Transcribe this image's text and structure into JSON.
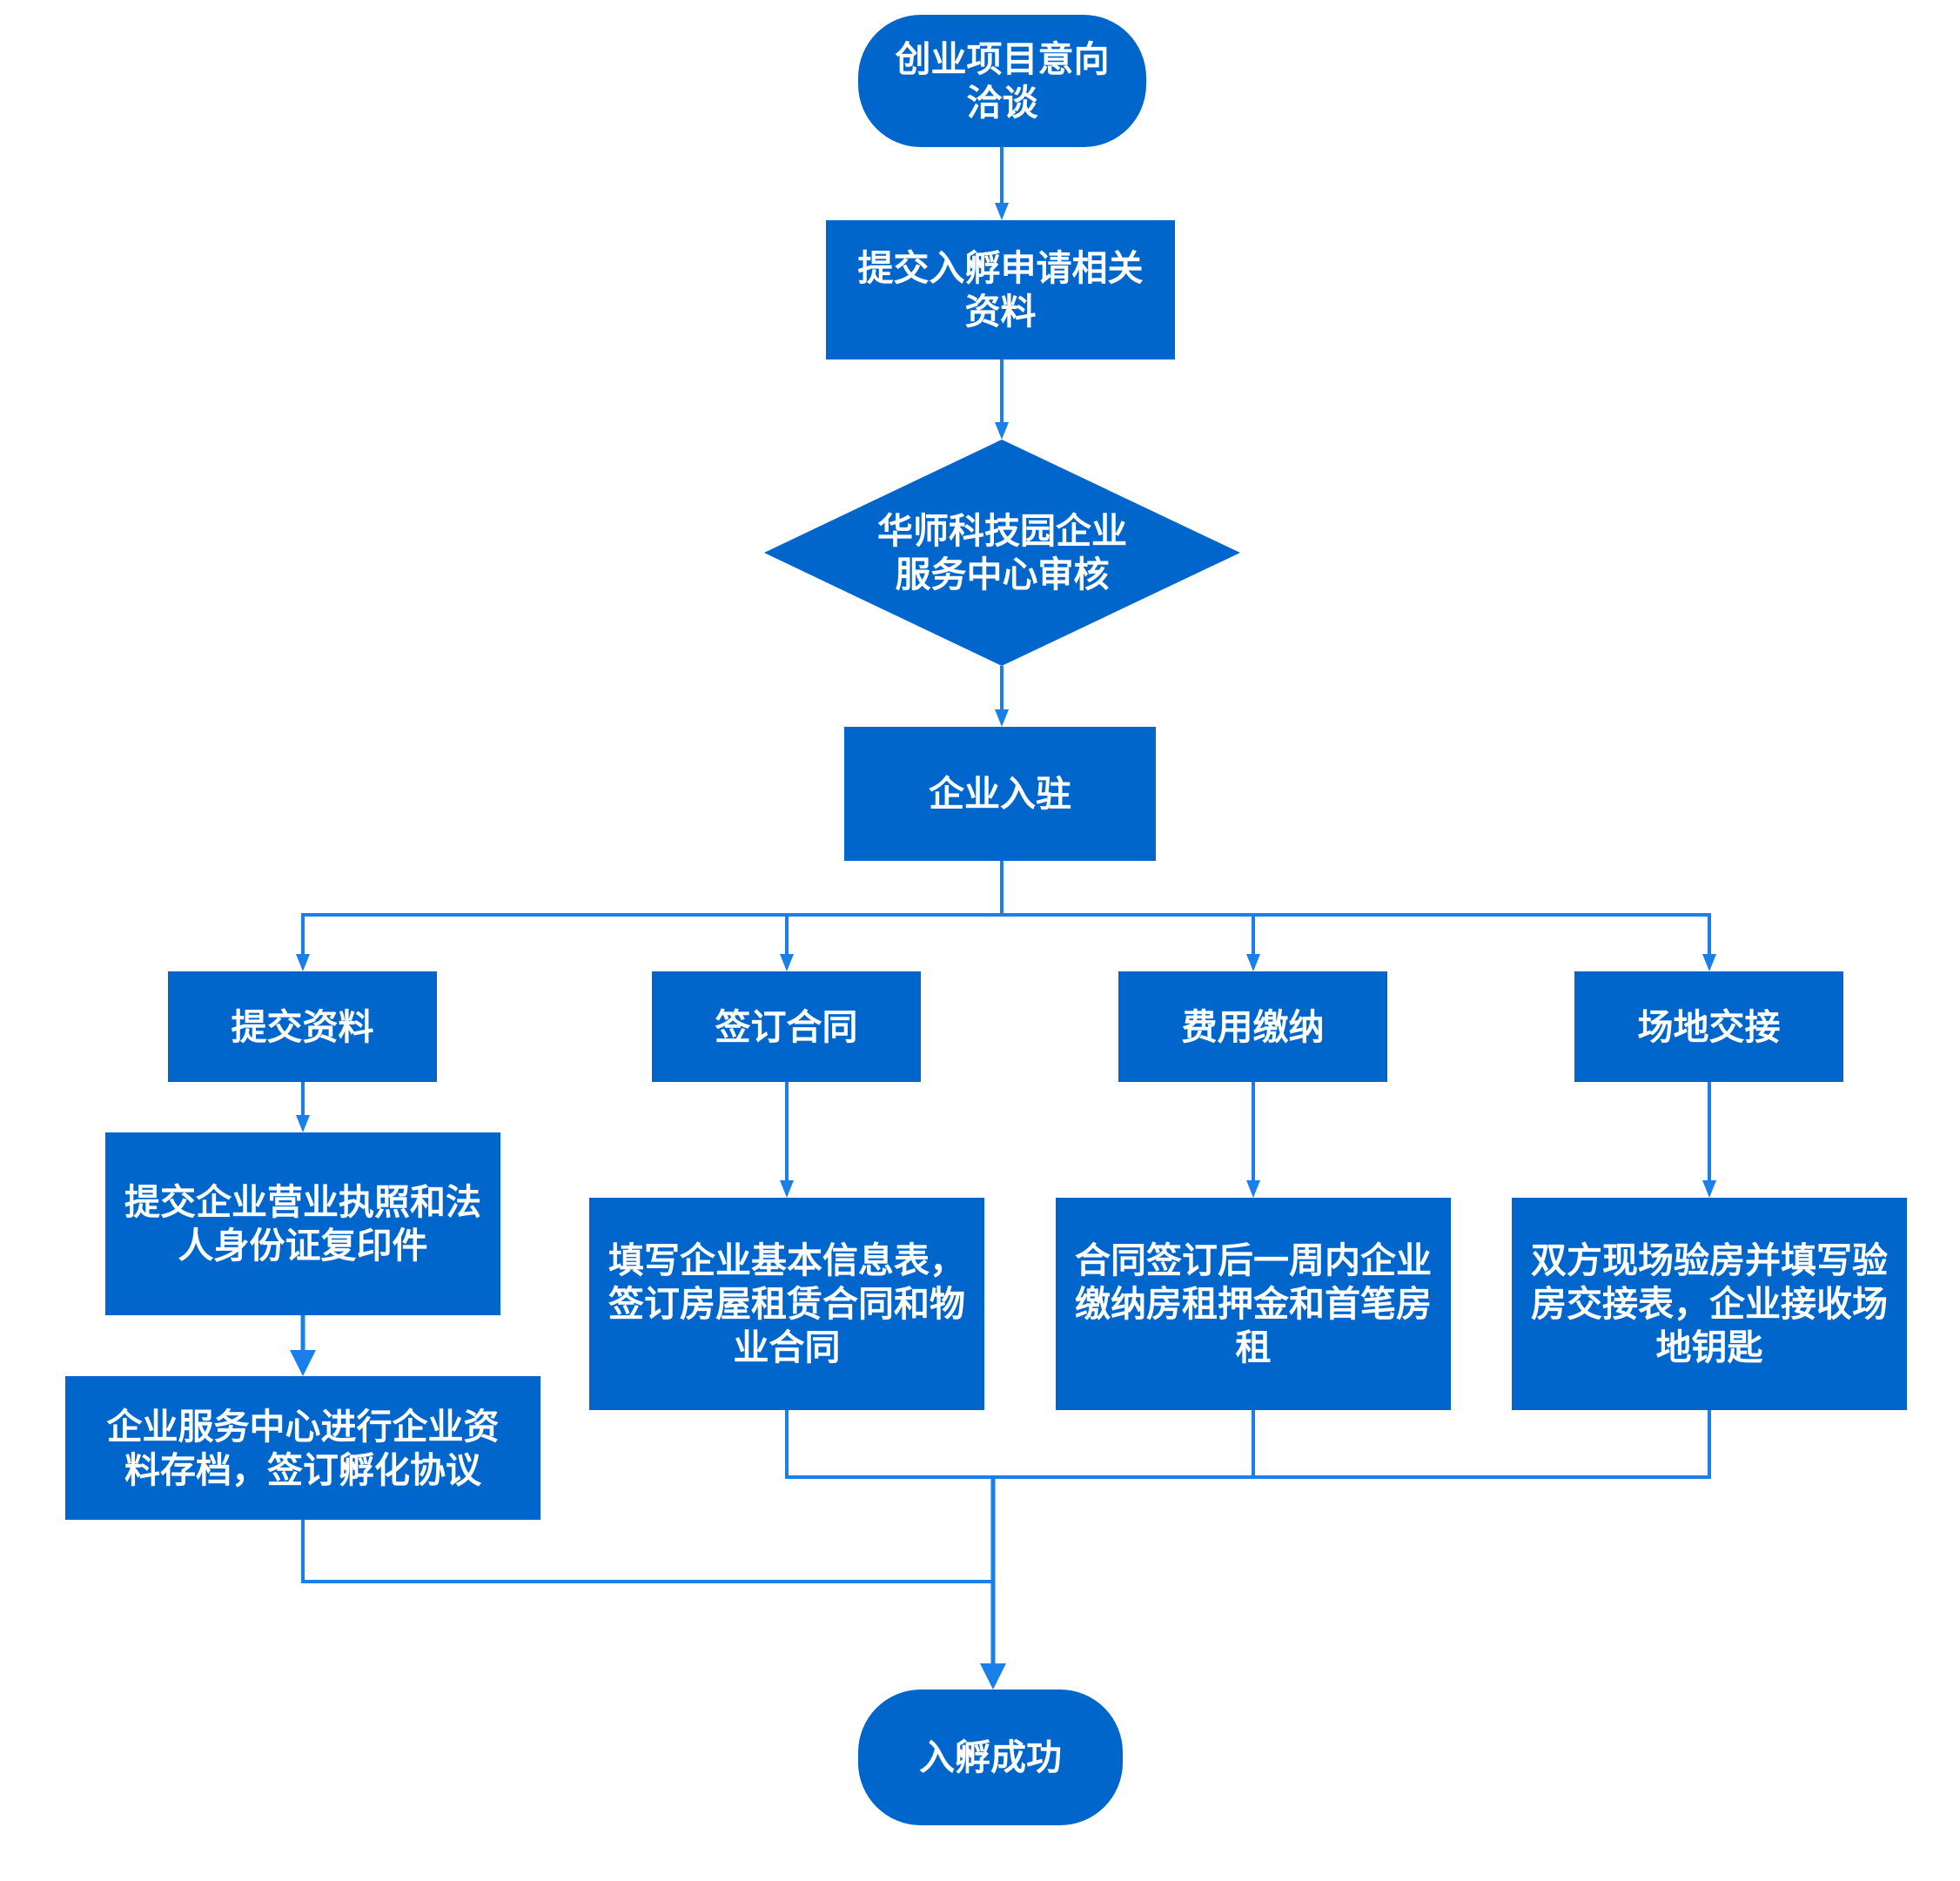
{
  "colors": {
    "node_fill": "#0066CC",
    "connector": "#1A7FE8",
    "label_text": "#FFFFFF"
  },
  "nodes": {
    "start": {
      "lines": [
        "创业项目意向",
        "洽谈"
      ]
    },
    "submit_application": {
      "lines": [
        "提交入孵申请相关",
        "资料"
      ]
    },
    "review": {
      "lines": [
        "华师科技园企业",
        "服务中心审核"
      ]
    },
    "enterprise_entry": {
      "lines": [
        "企业入驻"
      ]
    },
    "branches": [
      {
        "title": "提交资料",
        "steps": [
          {
            "lines": [
              "提交企业营业执照和法",
              "人身份证复印件"
            ]
          },
          {
            "lines": [
              "企业服务中心进行企业资",
              "料存档，签订孵化协议"
            ]
          }
        ]
      },
      {
        "title": "签订合同",
        "steps": [
          {
            "lines": [
              "填写企业基本信息表，",
              "签订房屋租赁合同和物",
              "业合同"
            ]
          }
        ]
      },
      {
        "title": "费用缴纳",
        "steps": [
          {
            "lines": [
              "合同签订后一周内企业",
              "缴纳房租押金和首笔房",
              "租"
            ]
          }
        ]
      },
      {
        "title": "场地交接",
        "steps": [
          {
            "lines": [
              "双方现场验房并填写验",
              "房交接表，企业接收场",
              "地钥匙"
            ]
          }
        ]
      }
    ],
    "end": {
      "lines": [
        "入孵成功"
      ]
    }
  }
}
